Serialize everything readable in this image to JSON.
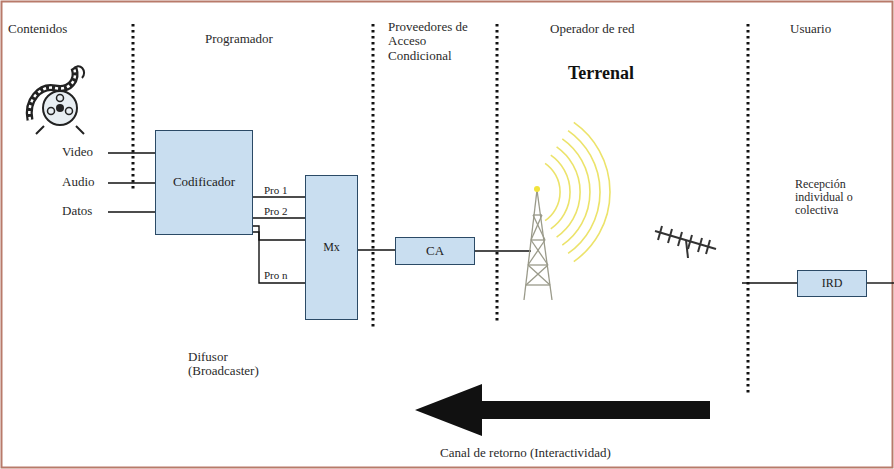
{
  "diagram": {
    "nodes": [
      {
        "text": [
          "Codificador"
        ]
      },
      {
        "text": [
          "Mx"
        ]
      },
      {
        "text": [
          "CA"
        ]
      },
      {
        "text": [
          "IRD"
        ]
      }
    ],
    "edges": [
      {
        "from": 0,
        "to": 1,
        "arrow": "none",
        "label": "Pro 1"
      },
      {
        "from": 0,
        "to": 1,
        "arrow": "none",
        "label": "Pro 2"
      },
      {
        "from": 0,
        "to": 1,
        "arrow": "none"
      },
      {
        "from": 0,
        "to": 1,
        "arrow": "none",
        "label": "Pro n"
      },
      {
        "from": 1,
        "to": 2,
        "arrow": "none"
      }
    ],
    "labels": [
      "Contenidos",
      "Programador",
      "Proveedores de Acceso Condicional",
      "Operador de red",
      "Terrenal",
      "Usuario",
      "Video",
      "Audio",
      "Datos",
      "Recepción individual o colectiva",
      "Difusor (Broadcaster)",
      "Canal de retorno (Interactividad)"
    ]
  }
}
